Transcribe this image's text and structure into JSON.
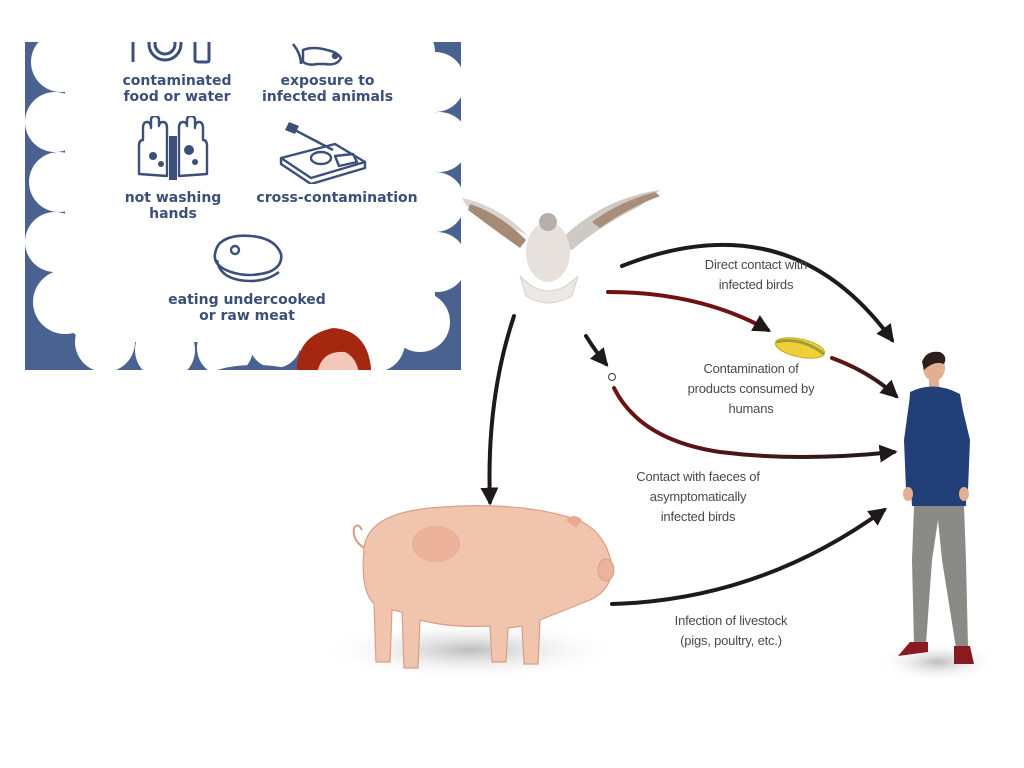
{
  "infographic": {
    "items": [
      {
        "label": "contaminated\nfood or water",
        "icon": "cutlery-icon"
      },
      {
        "label": "exposure to\ninfected animals",
        "icon": "cow-icon"
      },
      {
        "label": "not washing\nhands",
        "icon": "dirty-hands-icon"
      },
      {
        "label": "cross-contamination",
        "icon": "cutting-board-icon"
      },
      {
        "label": "eating undercooked\nor raw meat",
        "icon": "steak-icon"
      }
    ],
    "colors": {
      "panel": "#4a6290",
      "cloud": "#ffffff",
      "text": "#3b4f78"
    }
  },
  "diagram": {
    "nodes": {
      "source": {
        "icon": "pigeon-icon"
      },
      "product": {
        "icon": "corn-icon"
      },
      "livestock": {
        "icon": "pig-icon"
      },
      "human": {
        "icon": "man-icon"
      }
    },
    "edges": [
      {
        "label": "Direct contact with\ninfected birds"
      },
      {
        "label": "Contamination of\nproducts consumed by\nhumans"
      },
      {
        "label": "Contact with faeces of\nasymptomatically\ninfected birds"
      },
      {
        "label": "Infection of livestock\n(pigs, poultry, etc.)"
      }
    ],
    "colors": {
      "arrow": "#1f1a1a",
      "arrow_accent": "#6e1216",
      "text": "#4a4a4a"
    }
  }
}
